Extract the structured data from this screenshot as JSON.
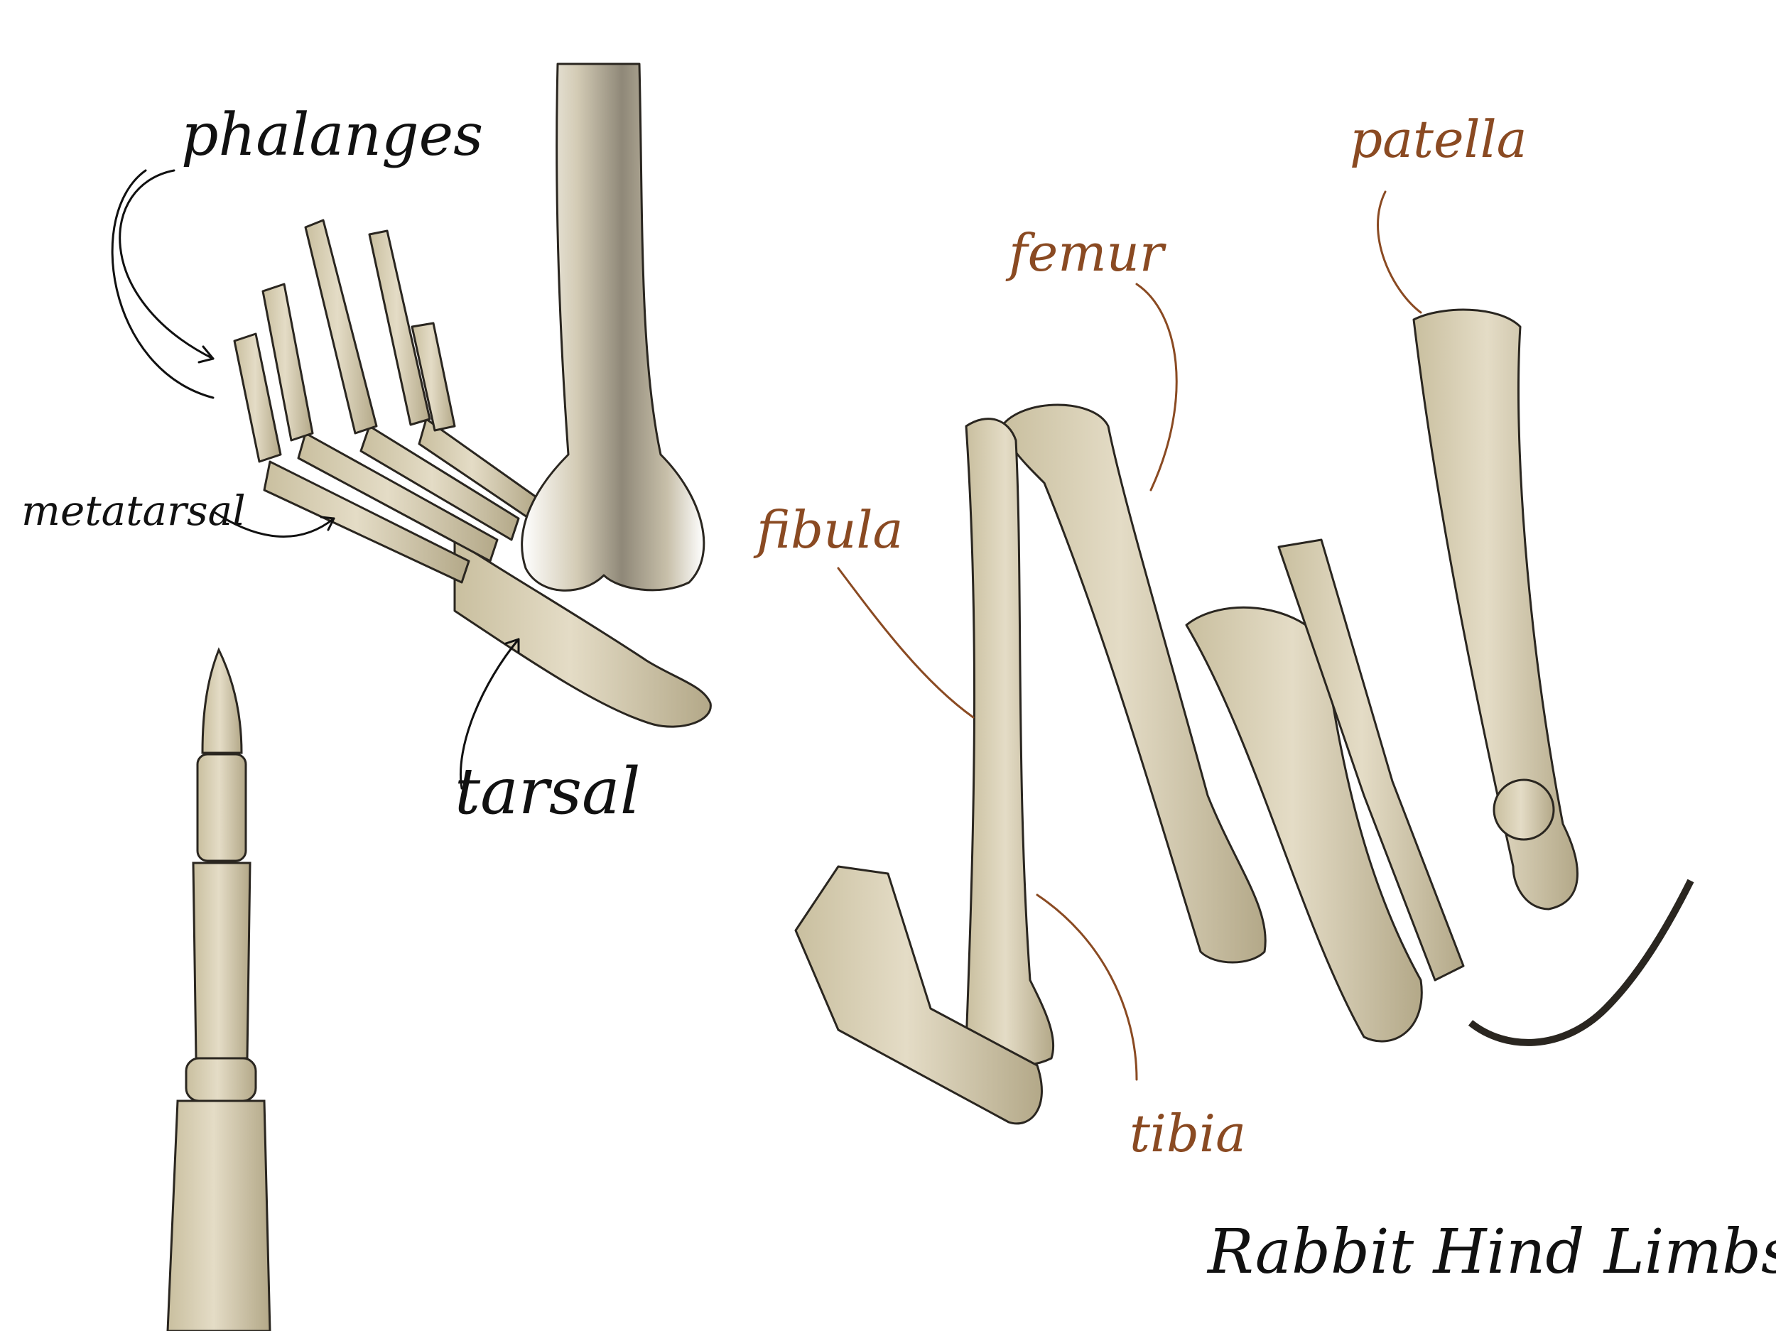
{
  "title": "Rabbit Hind Limbs",
  "labels": {
    "phalanges": "phalanges",
    "metatarsal": "metatarsal",
    "tarsal": "tarsal",
    "femur": "femur",
    "patella": "patella",
    "fibula": "fibula",
    "tibia": "tibia"
  },
  "colors": {
    "bone_fill": "#d8cfb6",
    "bone_shade": "#a89d7e",
    "outline": "#2a2620",
    "label_black": "#111111",
    "label_brown": "#8a4a22"
  }
}
